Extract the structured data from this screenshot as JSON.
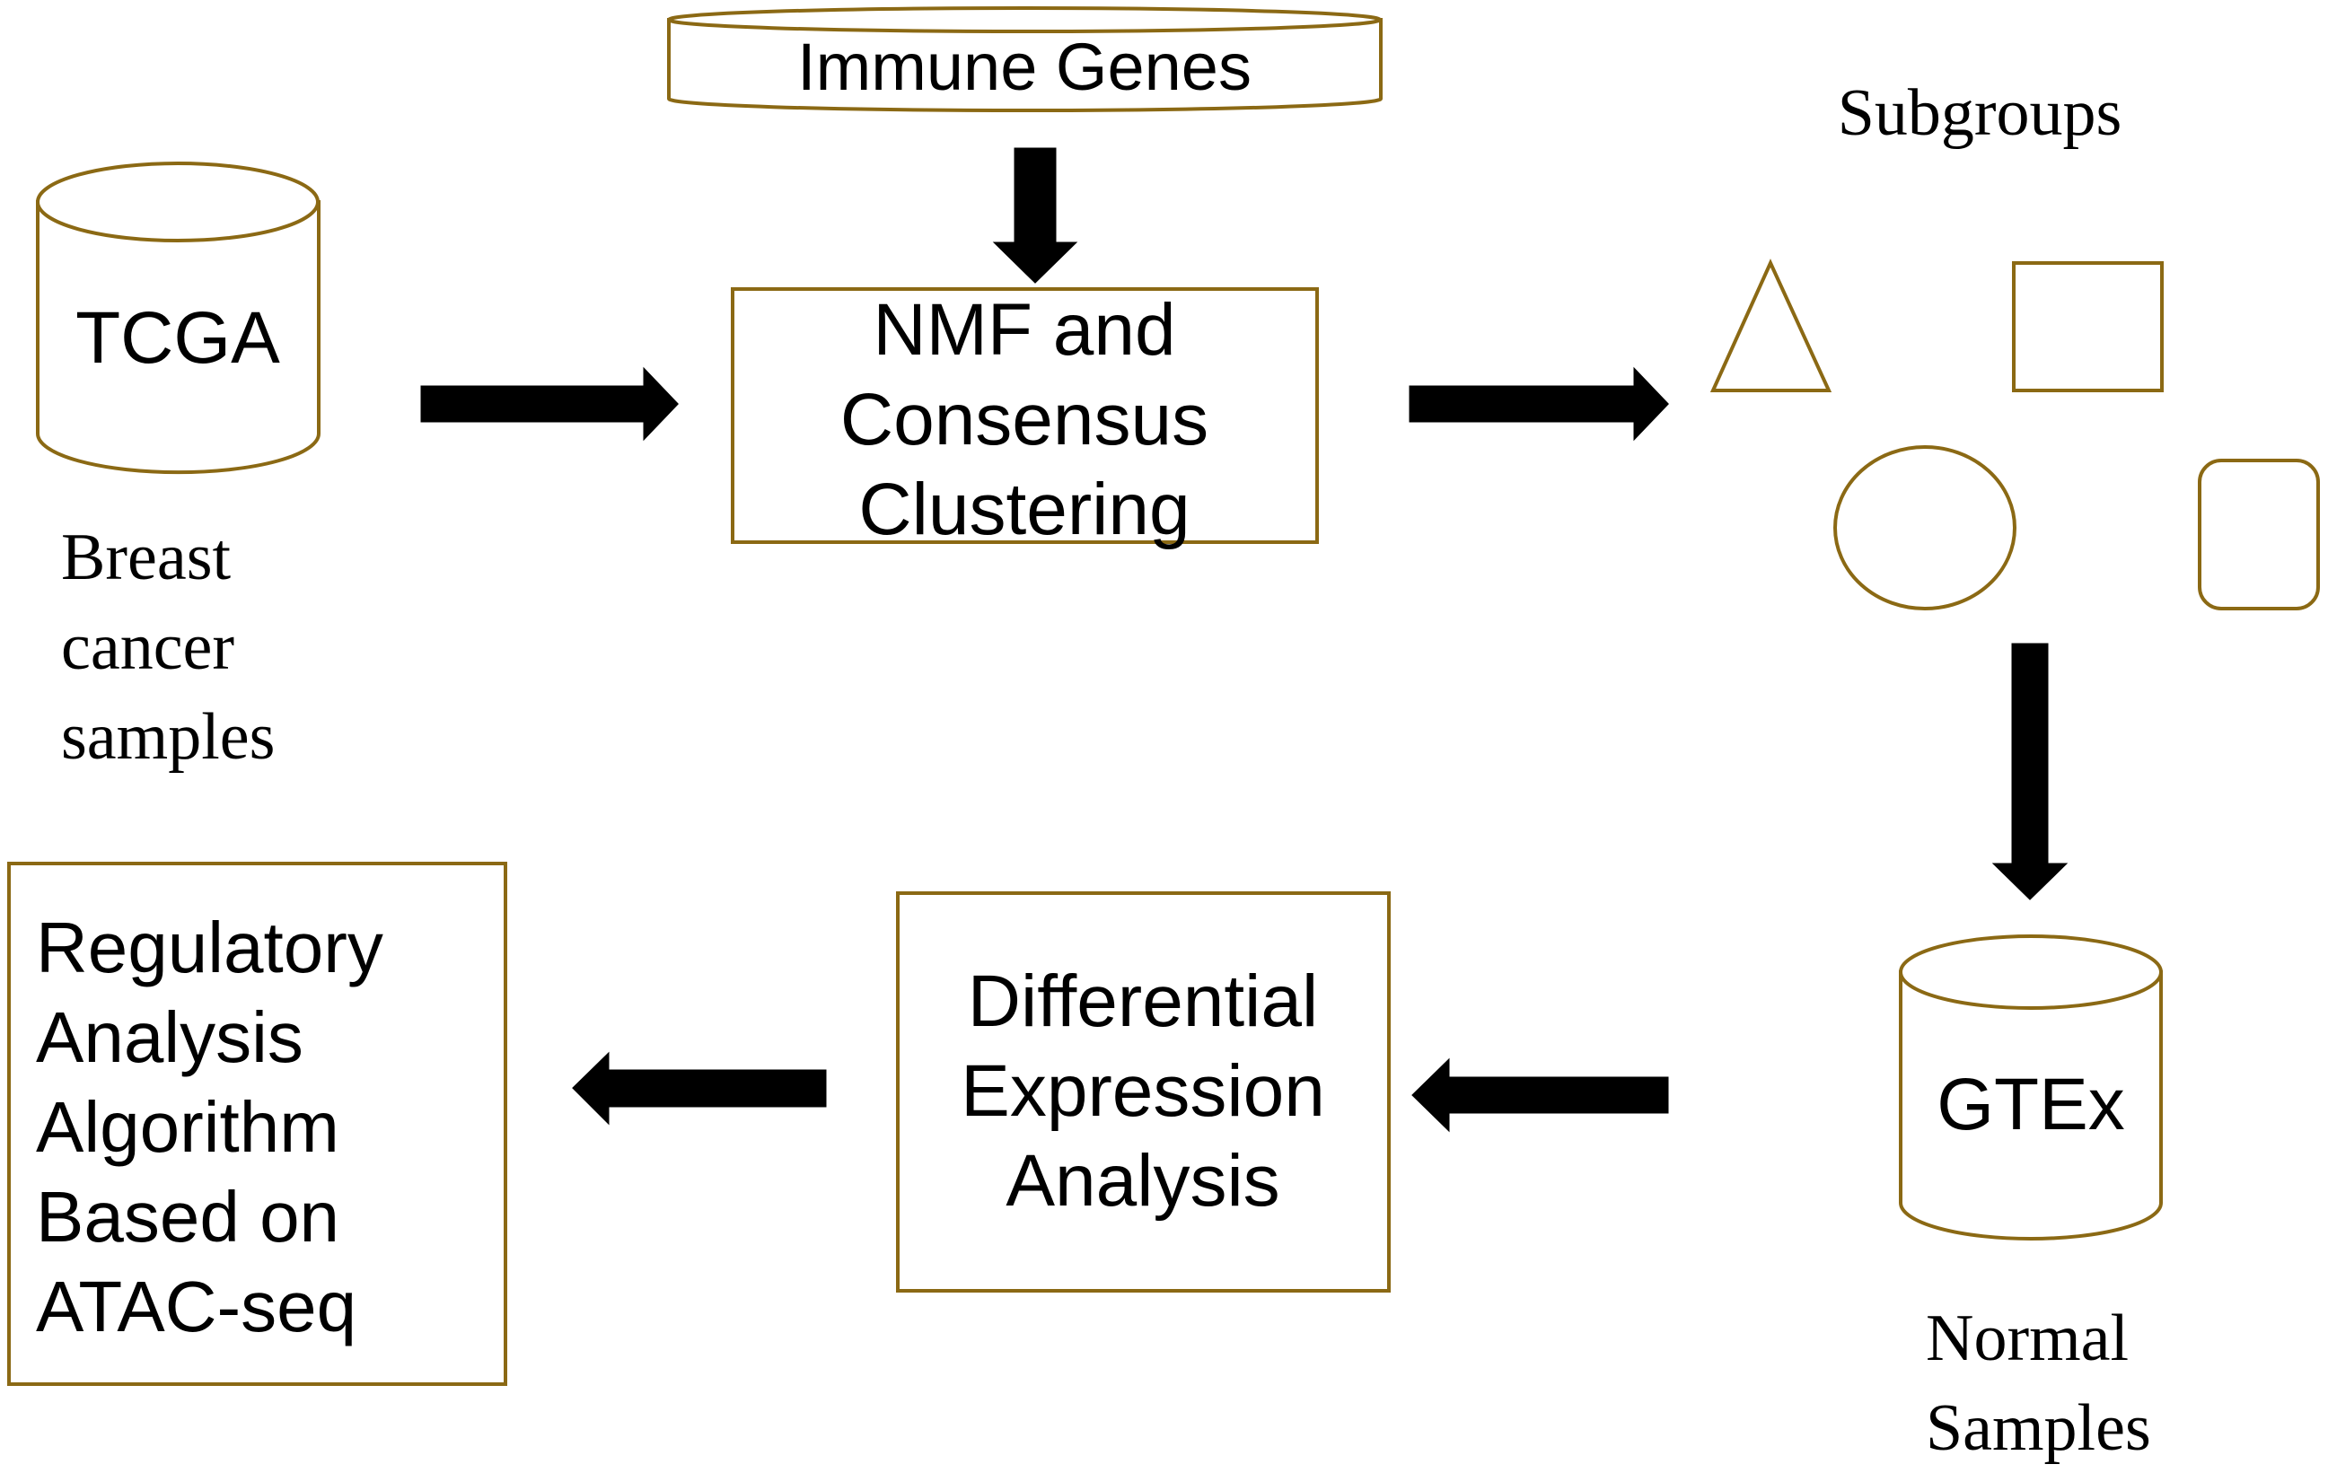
{
  "colors": {
    "outline": "#8B6914",
    "arrow": "#000000",
    "text": "#000000"
  },
  "immune_genes": {
    "label": "Immune Genes"
  },
  "tcga": {
    "label": "TCGA",
    "caption": [
      "Breast",
      "cancer",
      "samples"
    ]
  },
  "nmf": {
    "lines": [
      "NMF and",
      "Consensus",
      "Clustering"
    ]
  },
  "subgroups": {
    "label": "Subgroups",
    "shapes": [
      "triangle",
      "square",
      "circle",
      "rounded-square"
    ]
  },
  "gtex": {
    "label": "GTEx",
    "caption": [
      "Normal",
      "Samples"
    ]
  },
  "differential": {
    "lines": [
      "Differential",
      "Expression",
      "Analysis"
    ]
  },
  "regulatory": {
    "lines": [
      "Regulatory",
      "Analysis",
      "Algorithm",
      "Based on",
      "ATAC-seq"
    ]
  }
}
